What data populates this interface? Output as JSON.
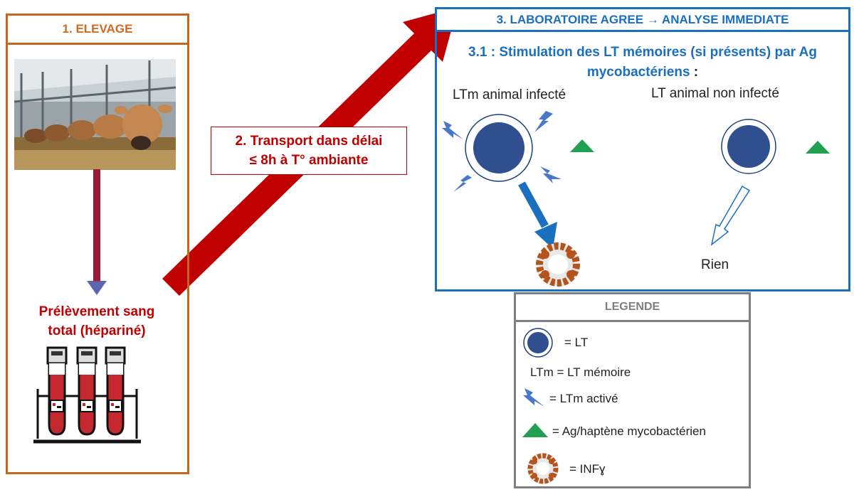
{
  "elevage": {
    "title": "1. ELEVAGE",
    "sample_label_line1": "Prélèvement sang",
    "sample_label_line2": "total (hépariné)"
  },
  "transport": {
    "line1": "2. Transport dans délai",
    "line2": "≤ 8h à T° ambiante"
  },
  "laboratory": {
    "title": "3. LABORATOIRE AGREE → ANALYSE IMMEDIATE",
    "stimulation_title": "3.1 : Stimulation des LT mémoires (si présents) par Ag mycobactériens",
    "stimulation_suffix": " :",
    "infected_label": "LTm animal infecté",
    "noninfected_label": "LT animal non infecté",
    "no_response_label": "Rien"
  },
  "legend": {
    "title": "LEGENDE",
    "items": [
      {
        "icon": "lymphocyte-icon",
        "text": "= LT"
      },
      {
        "icon": "",
        "text": "LTm = LT mémoire"
      },
      {
        "icon": "lightning-icon",
        "text": "= LTm activé"
      },
      {
        "icon": "triangle-icon",
        "text": "= Ag/haptène mycobactérien"
      },
      {
        "icon": "interferon-icon",
        "text": "= INFɣ"
      }
    ]
  },
  "colors": {
    "elevage": "#c8651b",
    "transport": "#c00000",
    "laboratory": "#1b6fbf",
    "legend": "#7f7f7f",
    "cell": "#2f4f8f",
    "antigen": "#20a050"
  }
}
